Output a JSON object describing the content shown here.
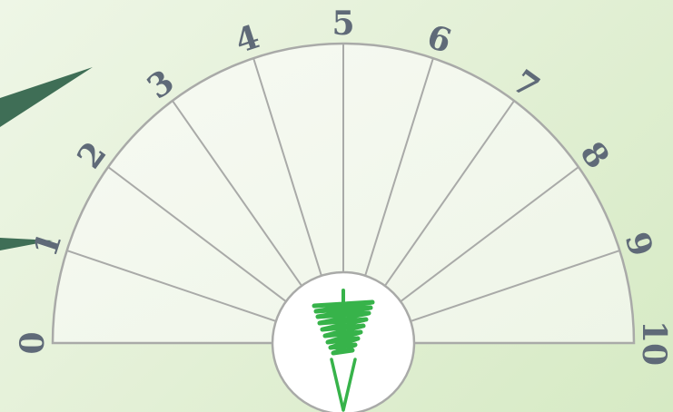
{
  "dial": {
    "numbers": [
      "0",
      "1",
      "2",
      "3",
      "4",
      "5",
      "6",
      "7",
      "8",
      "9",
      "10"
    ]
  },
  "icons": {
    "center": "spiral-pendulum-icon",
    "decoration": "leaf-icon"
  },
  "colors": {
    "background": "#e6f1da",
    "dial_fill": "#f3f8ee",
    "dial_stroke": "#a9aaa8",
    "number_color": "#5f6a78",
    "leaf_color": "#3f6e56",
    "pendulum_color": "#37b34a"
  }
}
